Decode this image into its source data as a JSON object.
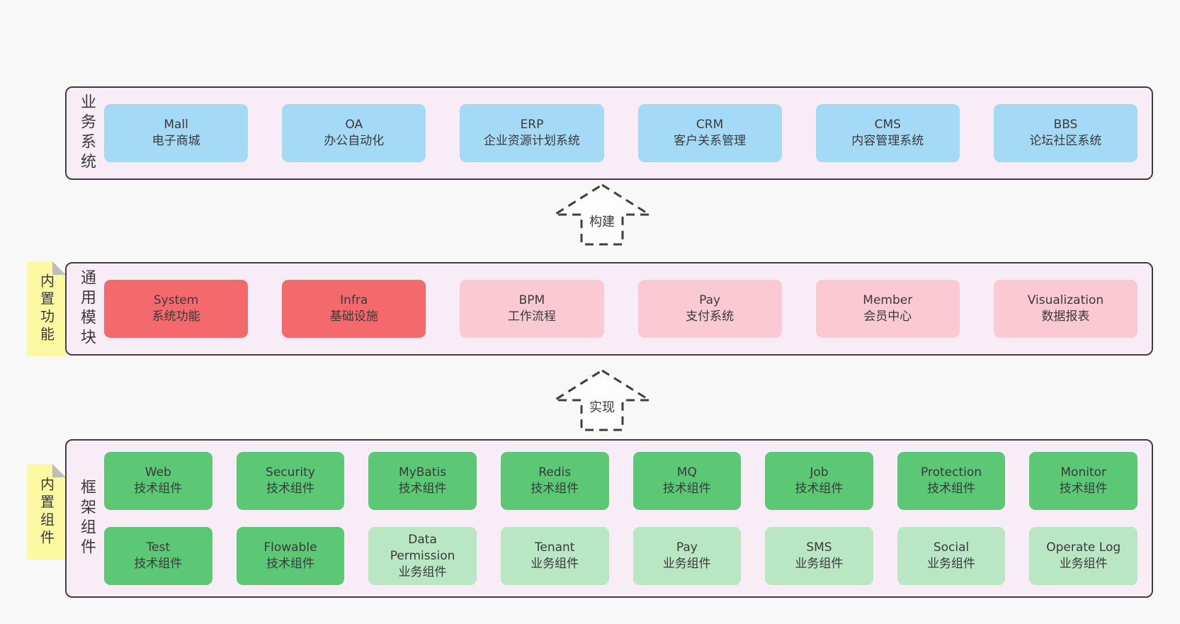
{
  "colors": {
    "page_bg": "#f8f8f8",
    "band_bg": "#f8edf7",
    "band_border": "#3f3f3f",
    "blue": "#a5daf6",
    "red": "#f4696c",
    "pink": "#fbc9d3",
    "green": "#5cc876",
    "green_light": "#b9e6c3",
    "yellow": "#fbf9a2",
    "fold": "#bdbdbd",
    "text": "#3a3a3a"
  },
  "arrows": [
    {
      "label": "构建"
    },
    {
      "label": "实现"
    }
  ],
  "bands": [
    {
      "label": "业务系统",
      "rows": [
        [
          {
            "title": "Mall",
            "subtitle": "电子商城",
            "variant": "blue"
          },
          {
            "title": "OA",
            "subtitle": "办公自动化",
            "variant": "blue"
          },
          {
            "title": "ERP",
            "subtitle": "企业资源计划系统",
            "variant": "blue"
          },
          {
            "title": "CRM",
            "subtitle": "客户关系管理",
            "variant": "blue"
          },
          {
            "title": "CMS",
            "subtitle": "内容管理系统",
            "variant": "blue"
          },
          {
            "title": "BBS",
            "subtitle": "论坛社区系统",
            "variant": "blue"
          }
        ]
      ]
    },
    {
      "label": "通用模块",
      "sticky": "内置功能",
      "rows": [
        [
          {
            "title": "System",
            "subtitle": "系统功能",
            "variant": "red"
          },
          {
            "title": "Infra",
            "subtitle": "基础设施",
            "variant": "red"
          },
          {
            "title": "BPM",
            "subtitle": "工作流程",
            "variant": "pink"
          },
          {
            "title": "Pay",
            "subtitle": "支付系统",
            "variant": "pink"
          },
          {
            "title": "Member",
            "subtitle": "会员中心",
            "variant": "pink"
          },
          {
            "title": "Visualization",
            "subtitle": "数据报表",
            "variant": "pink"
          }
        ]
      ]
    },
    {
      "label": "框架组件",
      "sticky": "内置组件",
      "rows": [
        [
          {
            "title": "Web",
            "subtitle": "技术组件",
            "variant": "green"
          },
          {
            "title": "Security",
            "subtitle": "技术组件",
            "variant": "green"
          },
          {
            "title": "MyBatis",
            "subtitle": "技术组件",
            "variant": "green"
          },
          {
            "title": "Redis",
            "subtitle": "技术组件",
            "variant": "green"
          },
          {
            "title": "MQ",
            "subtitle": "技术组件",
            "variant": "green"
          },
          {
            "title": "Job",
            "subtitle": "技术组件",
            "variant": "green"
          },
          {
            "title": "Protection",
            "subtitle": "技术组件",
            "variant": "green"
          },
          {
            "title": "Monitor",
            "subtitle": "技术组件",
            "variant": "green"
          }
        ],
        [
          {
            "title": "Test",
            "subtitle": "技术组件",
            "variant": "green"
          },
          {
            "title": "Flowable",
            "subtitle": "技术组件",
            "variant": "green"
          },
          {
            "title": "Data Permission",
            "subtitle": "业务组件",
            "variant": "green-light"
          },
          {
            "title": "Tenant",
            "subtitle": "业务组件",
            "variant": "green-light"
          },
          {
            "title": "Pay",
            "subtitle": "业务组件",
            "variant": "green-light"
          },
          {
            "title": "SMS",
            "subtitle": "业务组件",
            "variant": "green-light"
          },
          {
            "title": "Social",
            "subtitle": "业务组件",
            "variant": "green-light"
          },
          {
            "title": "Operate Log",
            "subtitle": "业务组件",
            "variant": "green-light"
          }
        ]
      ]
    }
  ]
}
